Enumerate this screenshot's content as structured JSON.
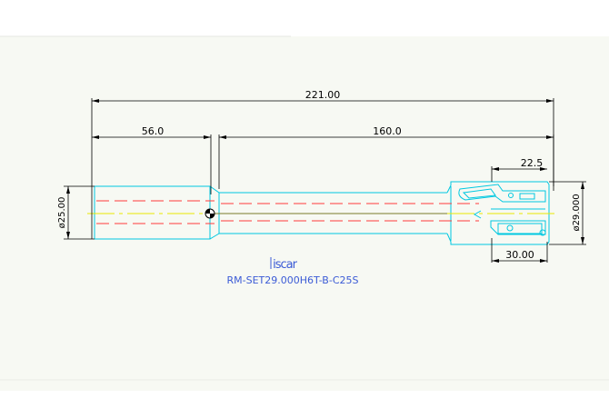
{
  "drawing": {
    "colors": {
      "background": "#ffffff",
      "sheet": "#f7f9f3",
      "outline": "#00c8e0",
      "centerline_red": "#ff3b3b",
      "centerline_yellow": "#e8e800",
      "dimension": "#000000",
      "brand": "#3b5bd6"
    },
    "dimensions": {
      "overall_length": "221.00",
      "shank_length": "56.0",
      "body_length": "160.0",
      "head_step": "22.5",
      "head_length": "30.00",
      "shank_diameter": "ø25.00",
      "head_diameter": "ø29.000"
    },
    "title_block": {
      "brand_logo_text": "iscar",
      "part_code": "RM-SET29.000H6T-B-C25S"
    }
  }
}
